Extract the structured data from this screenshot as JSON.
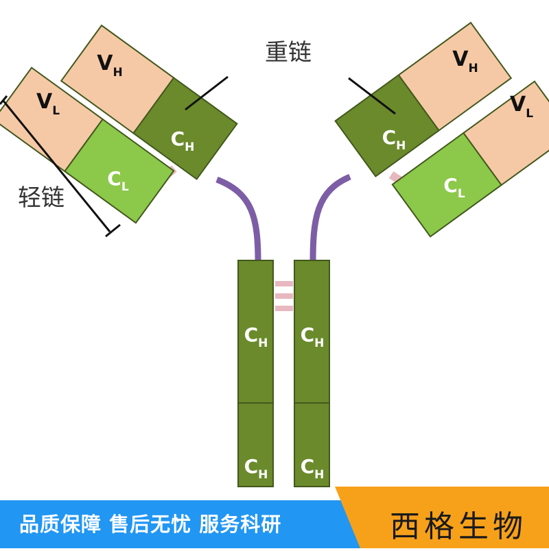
{
  "labels": {
    "heavy_chain": "重链",
    "light_chain": "轻链"
  },
  "domains": {
    "vh": {
      "main": "V",
      "sub": "H"
    },
    "vl": {
      "main": "V",
      "sub": "L"
    },
    "ch": {
      "main": "C",
      "sub": "H"
    },
    "cl": {
      "main": "C",
      "sub": "L"
    }
  },
  "banner": {
    "slogan": "品质保障 售后无忧 服务科研",
    "brand": "西格生物"
  },
  "colors": {
    "variable_domain": "#f6c9a6",
    "constant_light": "#8cc84a",
    "constant_heavy": "#6a8a2c",
    "hinge": "#7d5ea6",
    "disulfide": "#e8b8c0",
    "banner_blue": "#2196f3",
    "banner_orange": "#f7a11a"
  }
}
